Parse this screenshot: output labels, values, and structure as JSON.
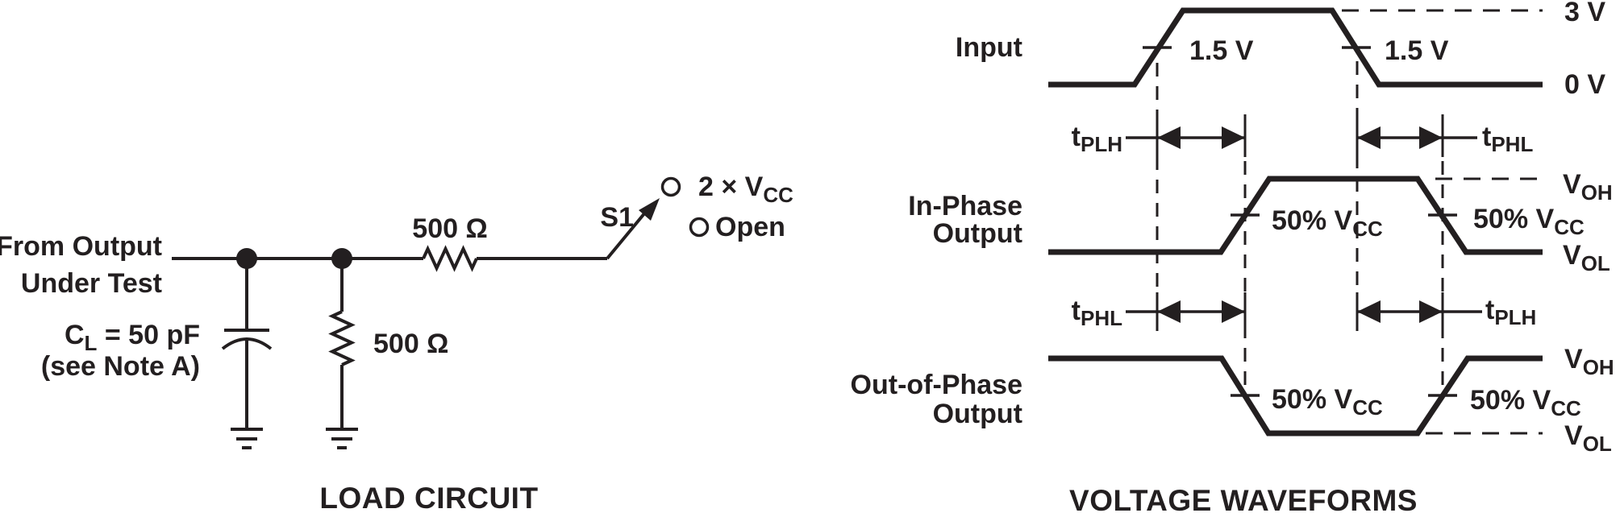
{
  "colors": {
    "ink": "#231f20",
    "background": "#ffffff"
  },
  "load_circuit": {
    "source_line1": "From Output",
    "source_line2": "Under Test",
    "cap_label": {
      "main": "C",
      "sub": "L",
      "rest": " = 50 pF"
    },
    "cap_note": "(see Note A)",
    "series_resistor": "500 Ω",
    "shunt_resistor": "500 Ω",
    "switch_label": "S1",
    "pos_vcc": {
      "pre": "2 × V",
      "sub": "CC"
    },
    "pos_open": "Open",
    "caption": "LOAD CIRCUIT"
  },
  "waveforms": {
    "input_label": "Input",
    "in_phase_line1": "In-Phase",
    "in_phase_line2": "Output",
    "out_phase_line1": "Out-of-Phase",
    "out_phase_line2": "Output",
    "v_high": "3 V",
    "v_low": "0 V",
    "v_ref": "1.5 V",
    "t_plh": {
      "main": "t",
      "sub": "PLH"
    },
    "t_phl": {
      "main": "t",
      "sub": "PHL"
    },
    "pct_vcc": {
      "pre": "50% V",
      "sub": "CC"
    },
    "v_oh": {
      "main": "V",
      "sub": "OH"
    },
    "v_ol": {
      "main": "V",
      "sub": "OL"
    },
    "caption": "VOLTAGE WAVEFORMS"
  }
}
